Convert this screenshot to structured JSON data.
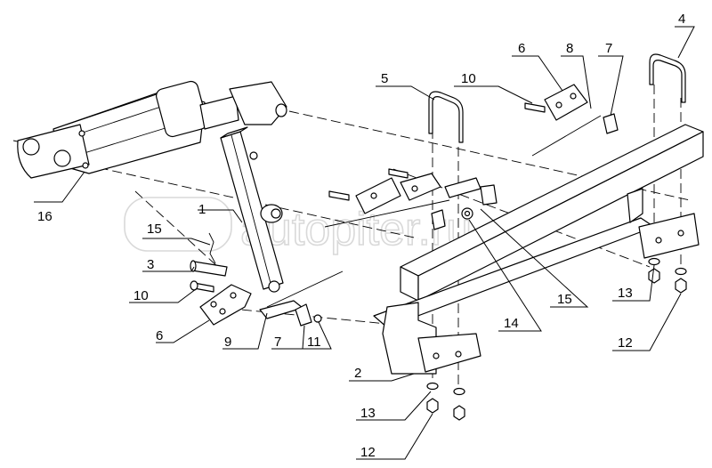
{
  "watermark": "autopiter.ru",
  "callouts": [
    {
      "id": "c16",
      "label": "16"
    },
    {
      "id": "c1",
      "label": "1"
    },
    {
      "id": "c15a",
      "label": "15"
    },
    {
      "id": "c3",
      "label": "3"
    },
    {
      "id": "c10a",
      "label": "10"
    },
    {
      "id": "c6a",
      "label": "6"
    },
    {
      "id": "c9",
      "label": "9"
    },
    {
      "id": "c7a",
      "label": "7"
    },
    {
      "id": "c11",
      "label": "11"
    },
    {
      "id": "c2",
      "label": "2"
    },
    {
      "id": "c13a",
      "label": "13"
    },
    {
      "id": "c12a",
      "label": "12"
    },
    {
      "id": "c5",
      "label": "5"
    },
    {
      "id": "c10b",
      "label": "10"
    },
    {
      "id": "c6b",
      "label": "6"
    },
    {
      "id": "c8",
      "label": "8"
    },
    {
      "id": "c7b",
      "label": "7"
    },
    {
      "id": "c4",
      "label": "4"
    },
    {
      "id": "c15b",
      "label": "15"
    },
    {
      "id": "c14",
      "label": "14"
    },
    {
      "id": "c13b",
      "label": "13"
    },
    {
      "id": "c12b",
      "label": "12"
    }
  ]
}
